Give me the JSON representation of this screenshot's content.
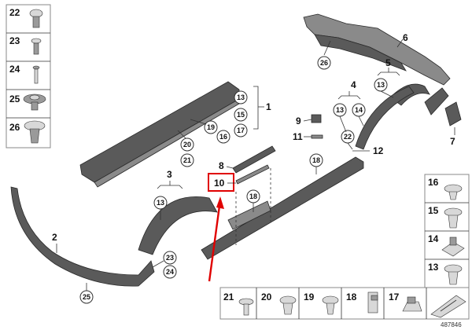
{
  "diagram": {
    "left_legend": [
      "22",
      "23",
      "24",
      "25",
      "26"
    ],
    "right_legend": [
      "16",
      "15",
      "14",
      "13"
    ],
    "bottom_legend": [
      "21",
      "20",
      "19",
      "18",
      "17"
    ],
    "part_labels": {
      "p1": "1",
      "p2": "2",
      "p3": "3",
      "p4": "4",
      "p5": "5",
      "p6": "6",
      "p7": "7",
      "p8": "8",
      "p9": "9",
      "p10": "10",
      "p11": "11",
      "p12": "12"
    },
    "callouts": {
      "c_s1_13": "13",
      "c_s1_15": "15",
      "c_s1_17": "17",
      "c_s1_19": "19",
      "c_s1_16": "16",
      "c_s1_20": "20",
      "c_s1_21": "21",
      "c_3_13": "13",
      "c_2_23": "23",
      "c_2_24": "24",
      "c_2_25": "25",
      "c_10_18": "18",
      "c_12_22": "22",
      "c_12_18": "18",
      "c_4_13": "13",
      "c_4_14": "14",
      "c_5_13": "13",
      "c_6_26": "26"
    },
    "reference": "487846",
    "highlight_color": "#e00000"
  }
}
